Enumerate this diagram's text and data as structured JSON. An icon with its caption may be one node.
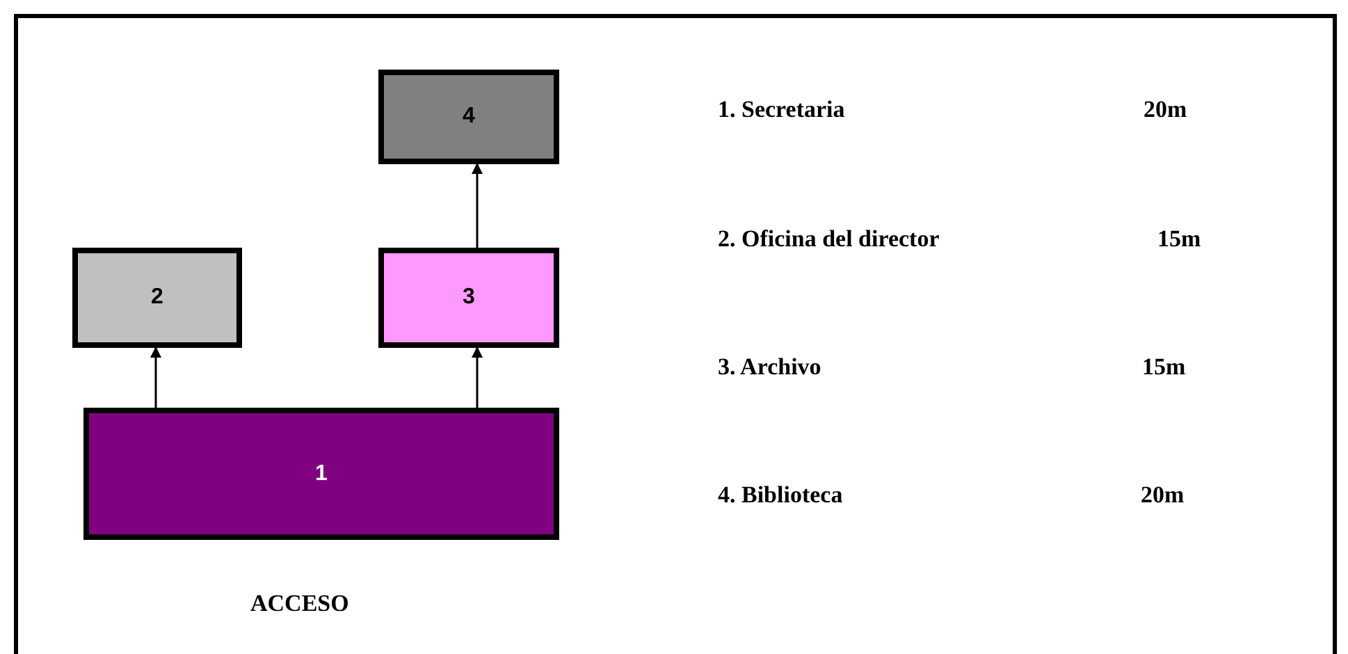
{
  "diagram": {
    "nodes": [
      {
        "text": [
          "4"
        ]
      },
      {
        "text": [
          "2"
        ]
      },
      {
        "text": [
          "3"
        ]
      },
      {
        "text": [
          "1"
        ]
      }
    ],
    "edges": [
      {
        "from": 3,
        "to": 1,
        "arrow": "to"
      },
      {
        "from": 3,
        "to": 2,
        "arrow": "to"
      },
      {
        "from": 2,
        "to": 0,
        "arrow": "to"
      }
    ],
    "labels": [
      "1. Secretaria",
      "20m",
      "2. Oficina del director",
      "15m",
      "3. Archivo",
      "15m",
      "4. Biblioteca",
      "20m",
      "ACCESO"
    ]
  }
}
